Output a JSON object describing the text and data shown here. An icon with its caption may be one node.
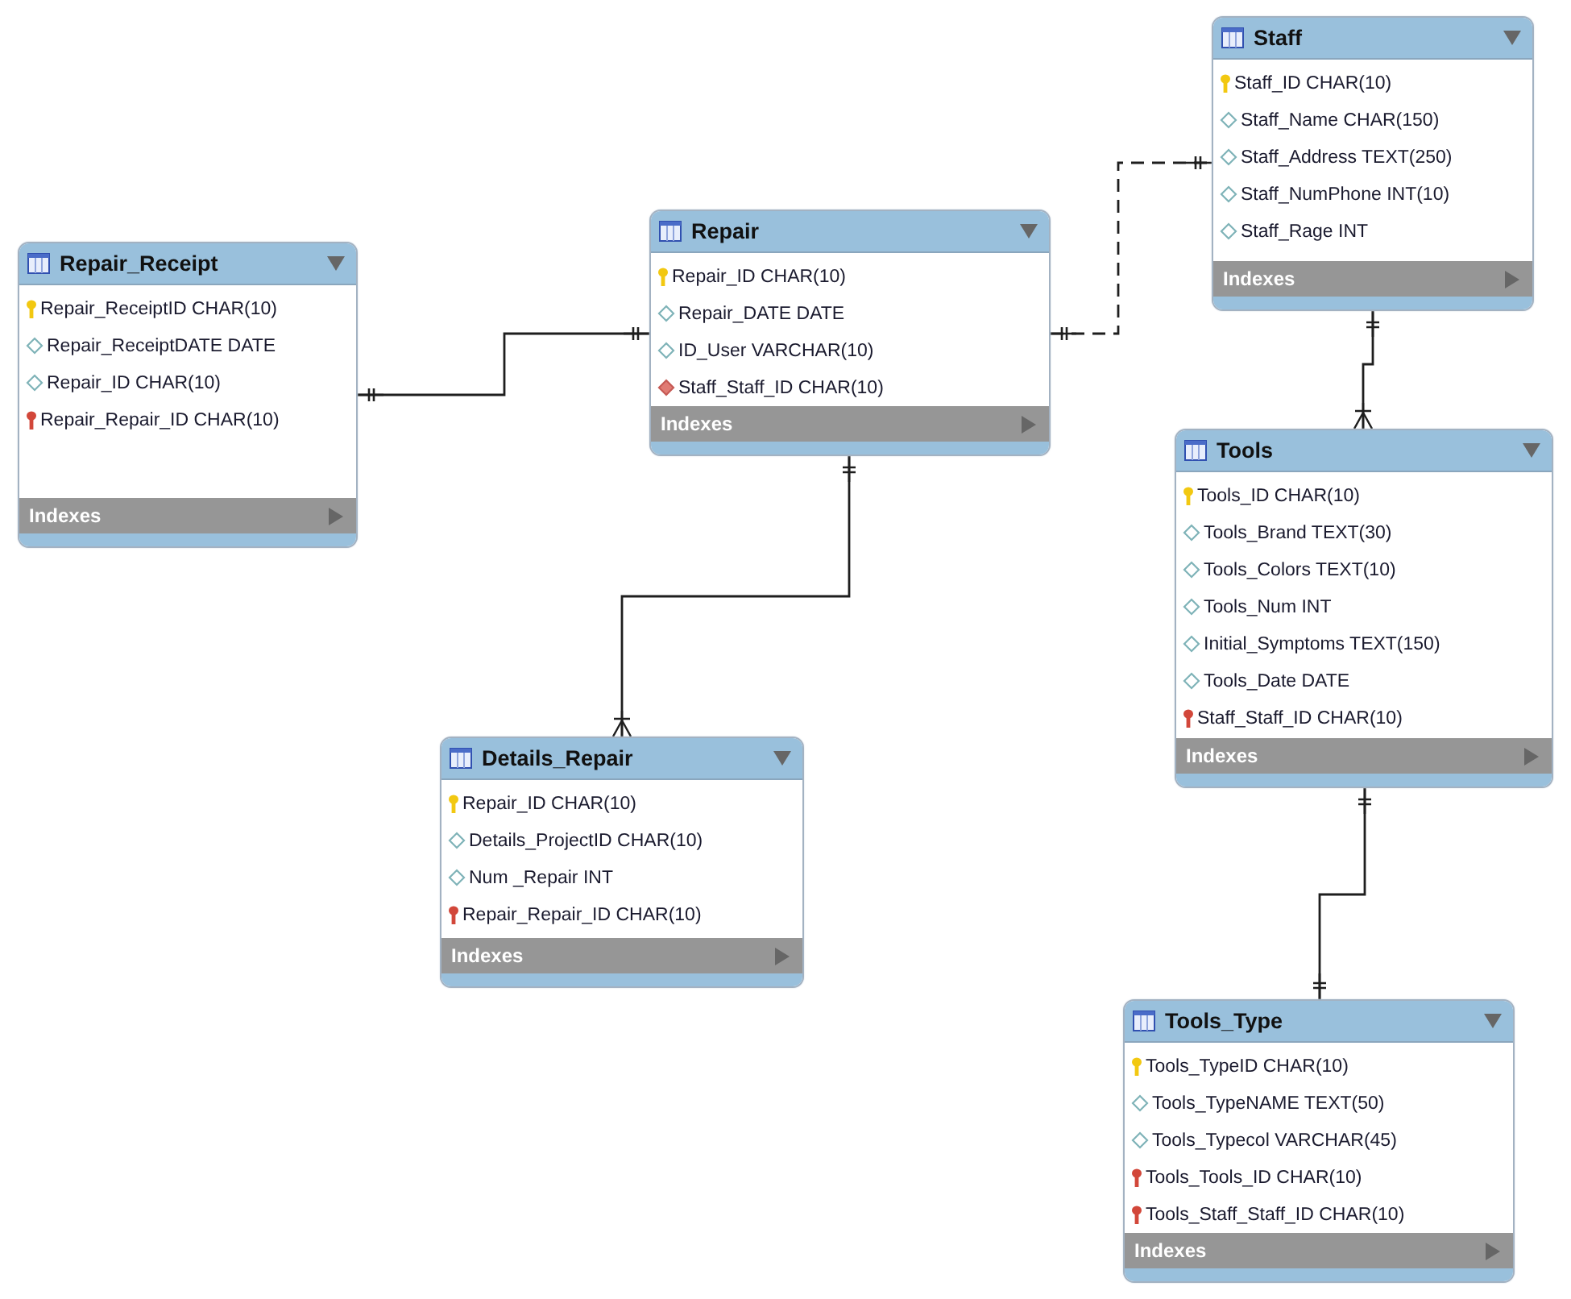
{
  "diagram": {
    "nodes": [
      {
        "text": [
          "Repair_Receipt",
          "Repair_ReceiptID CHAR(10)",
          "Repair_ReceiptDATE DATE",
          "Repair_ID CHAR(10)",
          "Repair_Repair_ID CHAR(10)",
          "Indexes"
        ]
      },
      {
        "text": [
          "Repair",
          "Repair_ID CHAR(10)",
          "Repair_DATE DATE",
          "ID_User VARCHAR(10)",
          "Staff_Staff_ID CHAR(10)",
          "Indexes"
        ]
      },
      {
        "text": [
          "Staff",
          "Staff_ID CHAR(10)",
          "Staff_Name CHAR(150)",
          "Staff_Address TEXT(250)",
          "Staff_NumPhone INT(10)",
          "Staff_Rage INT",
          "Indexes"
        ]
      },
      {
        "text": [
          "Details_Repair",
          "Repair_ID CHAR(10)",
          "Details_ProjectID CHAR(10)",
          "Num _Repair INT",
          "Repair_Repair_ID CHAR(10)",
          "Indexes"
        ]
      },
      {
        "text": [
          "Tools",
          "Tools_ID CHAR(10)",
          "Tools_Brand TEXT(30)",
          "Tools_Colors TEXT(10)",
          "Tools_Num INT",
          "Initial_Symptoms TEXT(150)",
          "Tools_Date DATE",
          "Staff_Staff_ID CHAR(10)",
          "Indexes"
        ]
      },
      {
        "text": [
          "Tools_Type",
          "Tools_TypeID CHAR(10)",
          "Tools_TypeNAME TEXT(50)",
          "Tools_Typecol VARCHAR(45)",
          "Tools_Tools_ID CHAR(10)",
          "Tools_Staff_Staff_ID CHAR(10)",
          "Indexes"
        ]
      }
    ],
    "edges": [
      {
        "from": 1,
        "to": 0,
        "arrow": "other"
      },
      {
        "from": 1,
        "to": 2,
        "arrow": "other",
        "style": "dashed"
      },
      {
        "from": 1,
        "to": 3,
        "arrow": "other"
      },
      {
        "from": 2,
        "to": 4,
        "arrow": "other"
      },
      {
        "from": 4,
        "to": 5,
        "arrow": "other"
      }
    ]
  }
}
